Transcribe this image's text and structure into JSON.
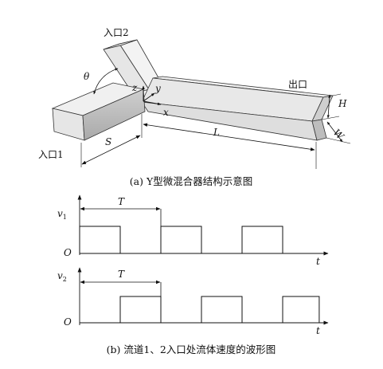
{
  "diagram": {
    "labels": {
      "inlet2": "入口2",
      "inlet1": "入口1",
      "outlet": "出口",
      "theta": "θ",
      "z": "z",
      "y": "y",
      "x": "x",
      "S": "S",
      "L": "L",
      "H": "H",
      "W": "W"
    },
    "caption_a": "(a) Y型微混合器结构示意图"
  },
  "waveforms": {
    "v1_label": "v",
    "v1_sub": "1",
    "v2_label": "v",
    "v2_sub": "2",
    "origin": "O",
    "t_label": "t",
    "period_label": "T",
    "v1_pulses": [
      [
        0,
        0.5
      ],
      [
        1,
        1.5
      ],
      [
        2,
        2.5
      ]
    ],
    "v2_pulses": [
      [
        0.5,
        1
      ],
      [
        1.5,
        2
      ],
      [
        2.5,
        2.95
      ]
    ],
    "caption_b": "(b) 流道1、2入口处流体速度的波形图"
  }
}
